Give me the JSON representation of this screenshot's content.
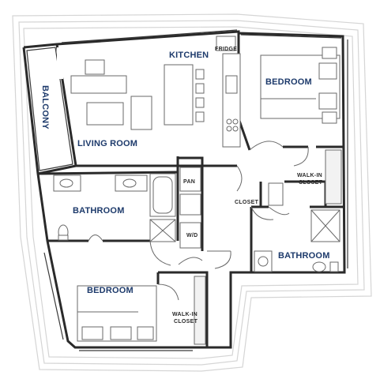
{
  "rooms": {
    "kitchen": "KITCHEN",
    "fridge": "FRIDGE",
    "bedroom_main": "BEDROOM",
    "balcony": "BALCONY",
    "living_room": "LIVING ROOM",
    "pan": "PAN",
    "walk_in_closet_1_line1": "WALK-IN",
    "walk_in_closet_1_line2": "CLOSET",
    "closet": "CLOSET",
    "bathroom_left": "BATHROOM",
    "wd": "W/D",
    "bathroom_right": "BATHROOM",
    "bedroom_second": "BEDROOM",
    "walk_in_closet_2_line1": "WALK-IN",
    "walk_in_closet_2_line2": "CLOSET"
  },
  "colors": {
    "room_label": "#1d3a6b",
    "wall": "#2a2a2a",
    "outline": "#d5d5d5"
  }
}
